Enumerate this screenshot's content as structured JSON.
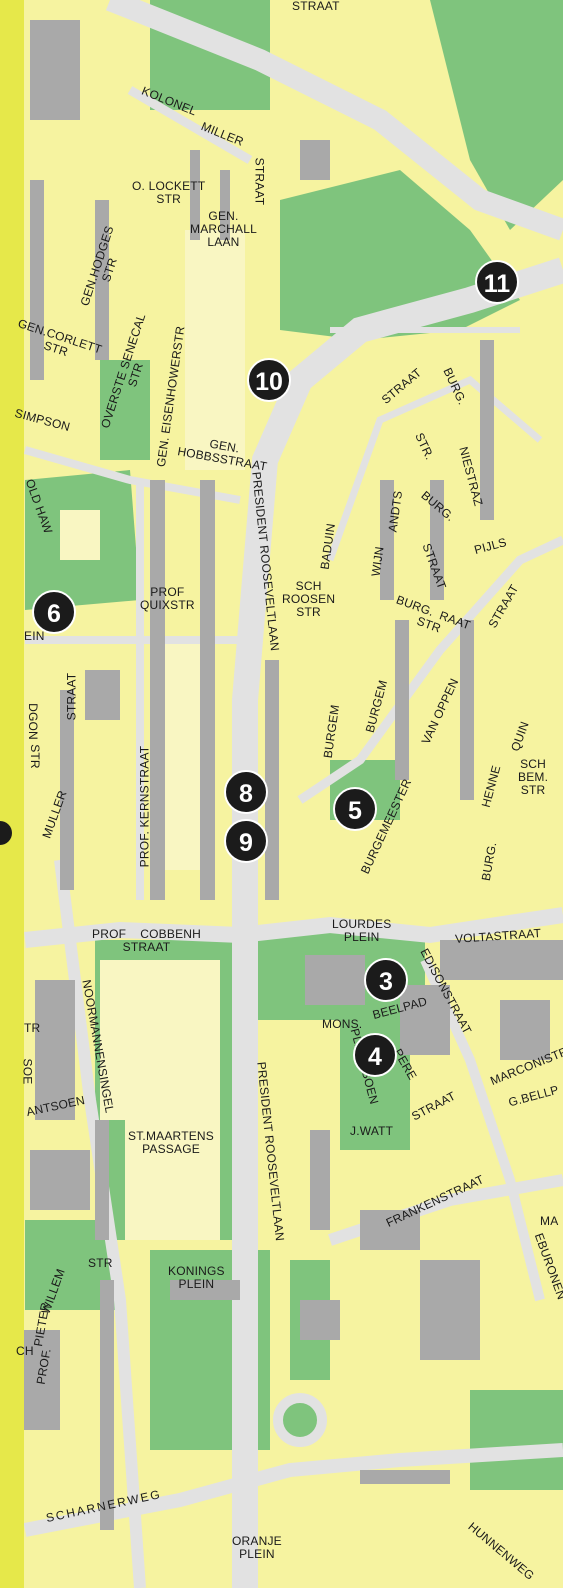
{
  "colors": {
    "residential": "#f6f3a0",
    "green": "#7fc47d",
    "road": "#e2e2e2",
    "building": "#a9a9a9",
    "border": "#e6e84a",
    "marker": "#1b1b1b"
  },
  "markers": [
    "11",
    "10",
    "6",
    "8",
    "9",
    "5",
    "3",
    "4"
  ],
  "labels": {
    "straat_top": "STRAAT",
    "kolonel": "KOLONEL",
    "miller": "MILLER",
    "straat_miller": "STRAAT",
    "o_lockett": "O. LOCKETT\nSTR",
    "gen_marchall": "GEN.\nMARCHALL\nLAAN",
    "gen_hodges": "GEN.HODGES\nSTR",
    "gen_corlett": "GEN.CORLETT\nSTR",
    "overste_senecal": "OVERSTE SENECAL\nSTR",
    "gen_eisenhower": "GEN. EISENHOWERSTR",
    "simpson": "SIMPSON",
    "gen_hobbs": "GEN.\nHOBBSSTRAAT",
    "president_1": "PRESIDENT ROOSEVELTLAAN",
    "straat_burg": "STRAAT",
    "burg_1": "BURG.",
    "str_1": "STR.",
    "burg_2": "BURG.",
    "andts": "ANDTS",
    "wijn": "WIJN",
    "niestraz": "NIESTRAZ",
    "pijls": "PIJLS",
    "baduin": "BADUIN",
    "straat_2": "STRAAT",
    "straat_3": "STRAAT",
    "old_haw": "OLD HAW",
    "prof_quix": "PROF\nQUIXSTR",
    "sch_roosen": "SCH\nROOSEN\nSTR",
    "burg_raat": "BURG.  RAAT\nSTR",
    "van_oppen": "VAN OPPEN",
    "burgem_1": "BURGEM",
    "burgem_2": "BURGEM",
    "ein": "EIN",
    "straat_4": "STRAAT",
    "dgon": "DGON",
    "str_left": "STR",
    "muller": "MULLER",
    "prof_kern": "PROF. KERNSTRAAT",
    "quin": "QUIN",
    "henne": "HENNE",
    "sch_bem": "SCH\nBEM.\nSTR",
    "burgemeester": "BURGEMEESTER",
    "burg_3": "BURG.",
    "prof_cobbenh": "PROF    COBBENH\nSTRAAT",
    "lourdes": "LOURDES\nPLEIN",
    "voltastraat": "VOLTASTRAAT",
    "edisonstraat": "EDISONSTRAAT",
    "noormannensingel": "NOORMANNENSINGEL",
    "beelpad": "BEELPAD",
    "mons": "MONS.",
    "pleinstoen": "PLEINTSOEN",
    "pere": "PERE",
    "marconistr": "MARCONISTR",
    "g_bellp": "G.BELLP",
    "str_w": "TR",
    "soe": "SOE",
    "antsoen": "ANTSOEN",
    "straat_watt": "STRAAT",
    "j_watt": "J.WATT",
    "st_maartens": "ST.MAARTENS\nPASSAGE",
    "president_2": "PRESIDENT ROOSEVELTLAAN",
    "frankenstraat": "FRANKENSTRAAT",
    "eburonen": "EBURONEN",
    "ma": "MA",
    "str_pw": "STR",
    "willem": "WILLEM",
    "pieter": "PIETER",
    "prof_bottom": "PROF.",
    "ch": "CH",
    "konings": "KONINGS\nPLEIN",
    "scharnerweg": "SCHARNERWEG",
    "oranje": "ORANJE\nPLEIN",
    "hunnen": "HUNNENWEG"
  }
}
